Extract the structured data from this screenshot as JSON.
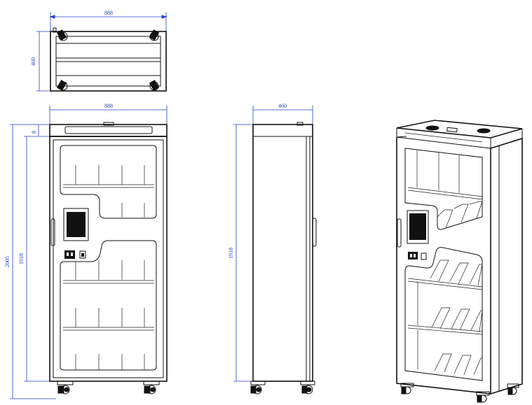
{
  "dimensions": {
    "top_width": "888",
    "top_depth": "460",
    "front_width": "888",
    "front_total_height": "2005",
    "front_body_height": "1918",
    "front_top_offset": "8",
    "side_depth": "460",
    "side_body_height": "1918"
  },
  "colors": {
    "dimension_line": "#2a3fd0",
    "outline": "#111111",
    "background": "#ffffff"
  }
}
